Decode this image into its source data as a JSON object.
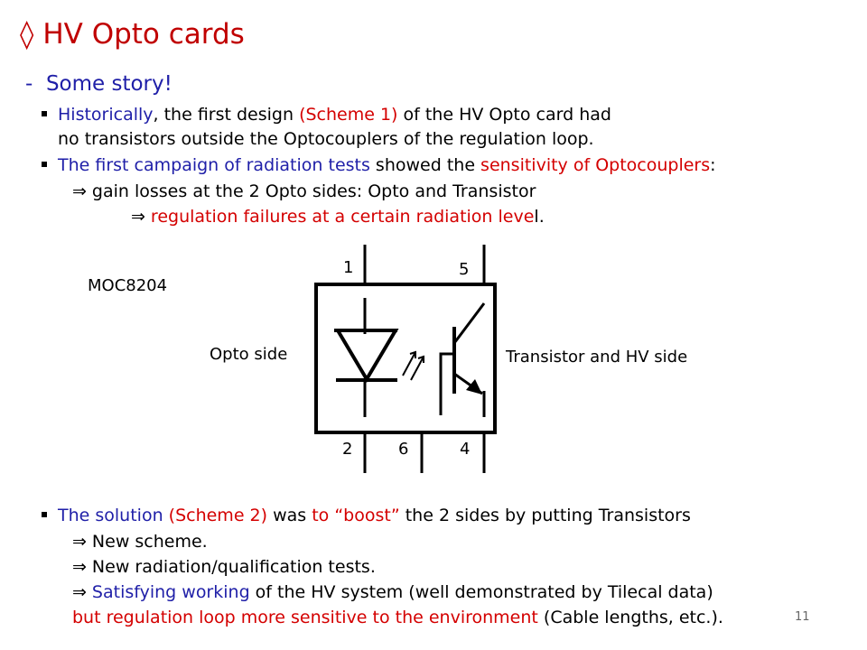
{
  "slide": {
    "title_marker": "◊",
    "title": "HV Opto cards",
    "subhead_dash": "-",
    "subhead": "Some story!",
    "b1": {
      "part1": "Historically",
      "part2": ", the first design ",
      "part3": "(Scheme 1)",
      "part4": " of the HV Opto card had",
      "line2": "no transistors outside the Optocouplers of the regulation loop."
    },
    "b2": {
      "part1": "The first campaign of radiation tests",
      "part2": " showed the ",
      "part3": "sensitivity of Optocouplers",
      "part4": ":",
      "sub1": "gain losses at the 2 Opto sides:  Opto and Transistor",
      "sub2a": "regulation failures at a certain radiation leve",
      "sub2b": "l."
    },
    "diagram": {
      "part_name": "MOC8204",
      "left_label": "Opto side",
      "right_label": "Transistor and HV side",
      "pin_top_left": "1",
      "pin_top_right": "5",
      "pin_bottom_left": "2",
      "pin_bottom_mid": "6",
      "pin_bottom_right": "4"
    },
    "b3": {
      "part1": "The solution ",
      "part2": "(Scheme 2)",
      "part3": " was ",
      "part4": "to “boost”",
      "part5": " the 2 sides by putting Transistors",
      "sub1": "New scheme.",
      "sub2": "New radiation/qualification tests.",
      "sub3a": "Satisfying working",
      "sub3b": " of the HV system (well demonstrated by Tilecal data)",
      "line_last_red": "but regulation loop more sensitive to the environment",
      "line_last_black": " (Cable lengths, etc.)."
    },
    "arrow_glyph": "⇒",
    "page_number": "11"
  }
}
